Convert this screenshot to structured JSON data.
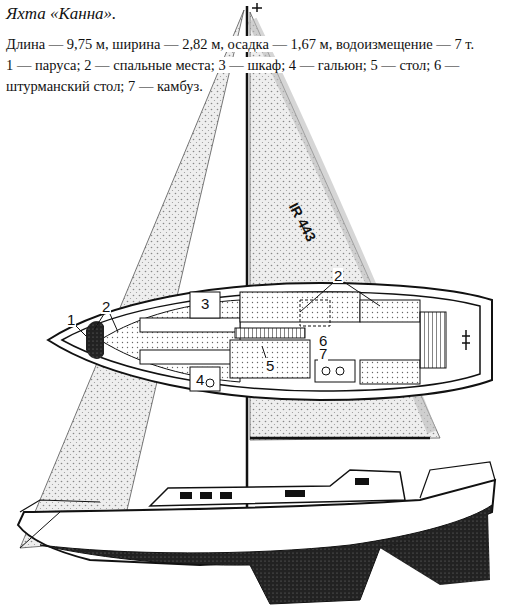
{
  "diagram": {
    "title": "Яхта «Канна».",
    "caption": "Длина — 9,75 м, ширина — 2,82 м, осадка — 1,67 м, водоизмещение — 7 т.",
    "labels": [
      "1 — паруса; 2 — спальные места; 3 — шкаф; 4 — гальюн; 5 — стол; 6 — штурманский стол; 7 — камбуз.",
      "IR 443",
      "1",
      "2",
      "3",
      "2",
      "6",
      "4",
      "5",
      "7"
    ]
  }
}
